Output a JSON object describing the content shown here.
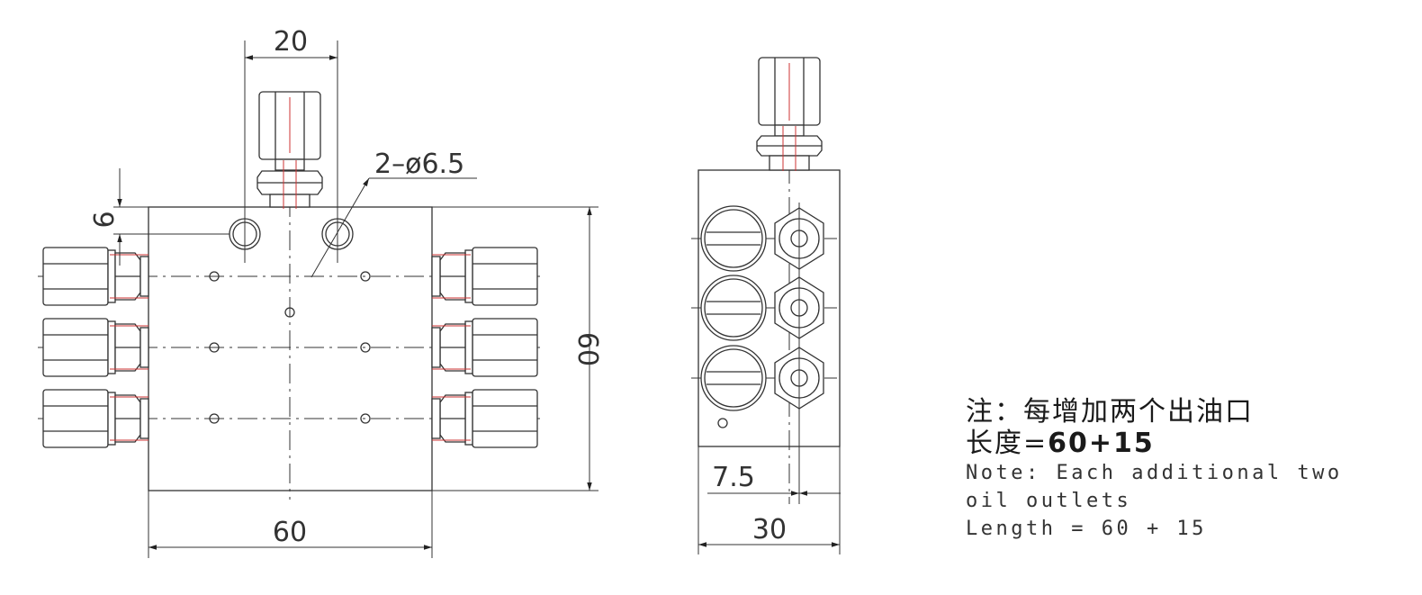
{
  "front_view": {
    "dim_top_width": "20",
    "dim_hole_spec": "2–ø6.5",
    "dim_hole_offset": "6",
    "dim_height": "60",
    "dim_bottom_width": "60"
  },
  "side_view": {
    "dim_offset": "7.5",
    "dim_width": "30"
  },
  "note": {
    "cn_line1": "注：每增加两个出油口",
    "cn_line2_prefix": "长度=",
    "cn_line2_value": "60+15",
    "en_line1": "Note: Each additional two",
    "en_line2": "oil outlets",
    "en_line3": "Length = 60 + 15"
  }
}
